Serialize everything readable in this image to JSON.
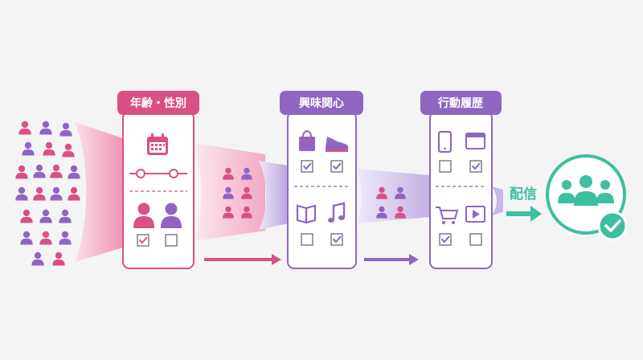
{
  "colors": {
    "background": "#f4f4f5",
    "pink": "#d94f86",
    "purple": "#8e66c2",
    "teal": "#3dbfa0",
    "funnel_pink_light": "#fde3ec",
    "funnel_pink_dark": "#ec8fb0",
    "funnel_purple_light": "#ece6f6",
    "funnel_purple_dark": "#b9a4dd"
  },
  "stages": [
    {
      "label": "年齢・性別",
      "color": "#d94f86",
      "icons": [
        "calendar-icon",
        "range-slider-icon",
        "female-person-icon",
        "male-person-icon"
      ],
      "checks": [
        true,
        false
      ]
    },
    {
      "label": "興味関心",
      "color": "#8e66c2",
      "icons": [
        "shopping-bag-icon",
        "sneaker-icon",
        "book-icon",
        "music-note-icon"
      ],
      "checks": [
        true,
        true,
        false,
        true
      ]
    },
    {
      "label": "行動履歴",
      "color": "#8e66c2",
      "icons": [
        "smartphone-icon",
        "browser-window-icon",
        "shopping-cart-icon",
        "video-play-icon"
      ],
      "checks": [
        false,
        true,
        true,
        false
      ]
    }
  ],
  "deliver": {
    "label": "配信",
    "icon": "group-check-icon"
  }
}
